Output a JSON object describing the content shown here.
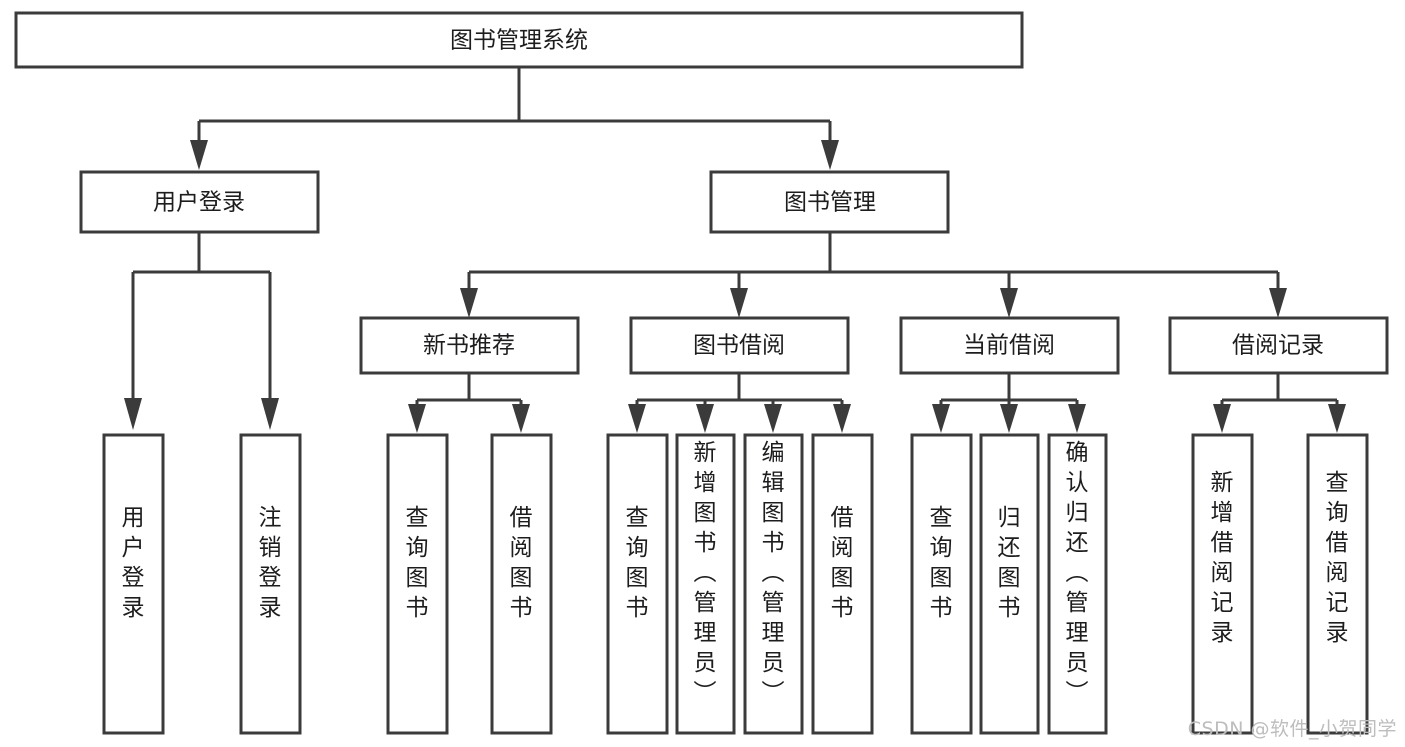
{
  "diagram": {
    "type": "tree-hierarchy",
    "title": "图书管理系统",
    "watermark": "CSDN @软件_小贺同学",
    "colors": {
      "stroke": "#3b3b3b",
      "fill": "#ffffff",
      "text": "#1d1d1f",
      "watermark": "#bdbdbd"
    },
    "root": {
      "label": "图书管理系统",
      "orientation": "horizontal"
    },
    "level2": [
      {
        "label": "用户登录",
        "orientation": "horizontal"
      },
      {
        "label": "图书管理",
        "orientation": "horizontal"
      }
    ],
    "level3": [
      {
        "label": "新书推荐",
        "orientation": "horizontal"
      },
      {
        "label": "图书借阅",
        "orientation": "horizontal"
      },
      {
        "label": "当前借阅",
        "orientation": "horizontal"
      },
      {
        "label": "借阅记录",
        "orientation": "horizontal"
      }
    ],
    "leaves": {
      "user_login": [
        {
          "label": "用户登录",
          "orientation": "vertical"
        },
        {
          "label": "注销登录",
          "orientation": "vertical"
        }
      ],
      "new_book_recommend": [
        {
          "label": "查询图书",
          "orientation": "vertical"
        },
        {
          "label": "借阅图书",
          "orientation": "vertical"
        }
      ],
      "book_borrow": [
        {
          "label": "查询图书",
          "orientation": "vertical"
        },
        {
          "label": "新增图书（管理员）",
          "orientation": "vertical"
        },
        {
          "label": "编辑图书（管理员）",
          "orientation": "vertical"
        },
        {
          "label": "借阅图书",
          "orientation": "vertical"
        }
      ],
      "current_borrow": [
        {
          "label": "查询图书",
          "orientation": "vertical"
        },
        {
          "label": "归还图书",
          "orientation": "vertical"
        },
        {
          "label": "确认归还（管理员）",
          "orientation": "vertical"
        }
      ],
      "borrow_record": [
        {
          "label": "新增借阅记录",
          "orientation": "vertical"
        },
        {
          "label": "查询借阅记录",
          "orientation": "vertical"
        }
      ]
    }
  }
}
